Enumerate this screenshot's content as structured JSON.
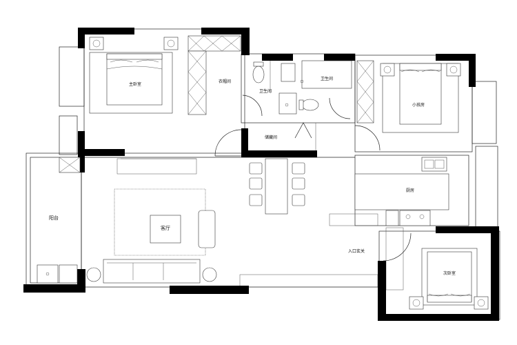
{
  "rooms": {
    "master_bedroom": "主卧室",
    "cloakroom": "衣帽间",
    "bathroom_a": "卫生间",
    "bathroom_b": "卫生间",
    "kids_room": "小孩房",
    "storage": "储藏间",
    "balcony": "阳台",
    "living_room": "客厅",
    "kitchen": "厨房",
    "entrance": "入口玄关",
    "second_bedroom": "次卧室"
  },
  "colors": {
    "wall": "#000000",
    "line": "#222222",
    "background": "#ffffff"
  }
}
